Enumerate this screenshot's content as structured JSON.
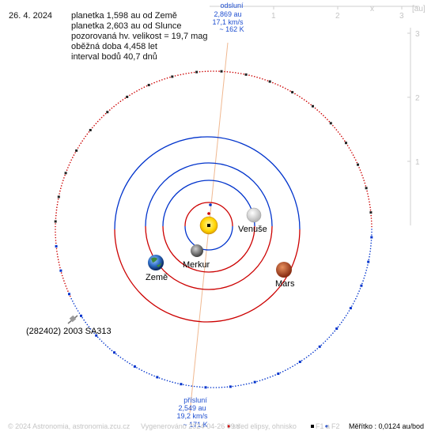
{
  "date": "26. 4. 2024",
  "info_lines": [
    "planetka 1,598 au od Země",
    "planetka 2,603 au od Slunce",
    "pozorovaná hv. velikost = 19,7 mag",
    "oběžná doba 4,458 let",
    "interval bodů 40,7 dnů"
  ],
  "aphelion": {
    "title": "odsluní",
    "distance": "2,869 au",
    "speed": "17,1 km/s",
    "temperature": "~ 162 K"
  },
  "perihelion": {
    "title": "přísluní",
    "distance": "2,549 au",
    "speed": "19,2 km/s",
    "temperature": "~ 171 K"
  },
  "bodies": {
    "venus": "Venuše",
    "mercury": "Merkur",
    "earth": "Země",
    "mars": "Mars",
    "asteroid": "(282402) 2003 SA313"
  },
  "axes": {
    "x_label": "x",
    "unit": "[au]",
    "x_ticks": [
      "1",
      "2",
      "3"
    ],
    "y_ticks": [
      "3",
      "2",
      "1"
    ]
  },
  "footer": {
    "copyright": "© 2024 Astronomia, astronomia.zcu.cz",
    "author": "Vygenerováno 2024-04-26 09 s",
    "legend_center": "střed elipsy, ohnisko",
    "legend_f1": "F1 a",
    "legend_f2": "F2",
    "scale": "Měřítko : 0,0124 au/bod"
  },
  "colors": {
    "sun": "#ffd700",
    "orbit_above": "#cc0000",
    "orbit_below": "#0033cc",
    "axis": "#cfcfcf",
    "apsis_line": "#f0b890",
    "label_blue": "#1f4fd0"
  }
}
